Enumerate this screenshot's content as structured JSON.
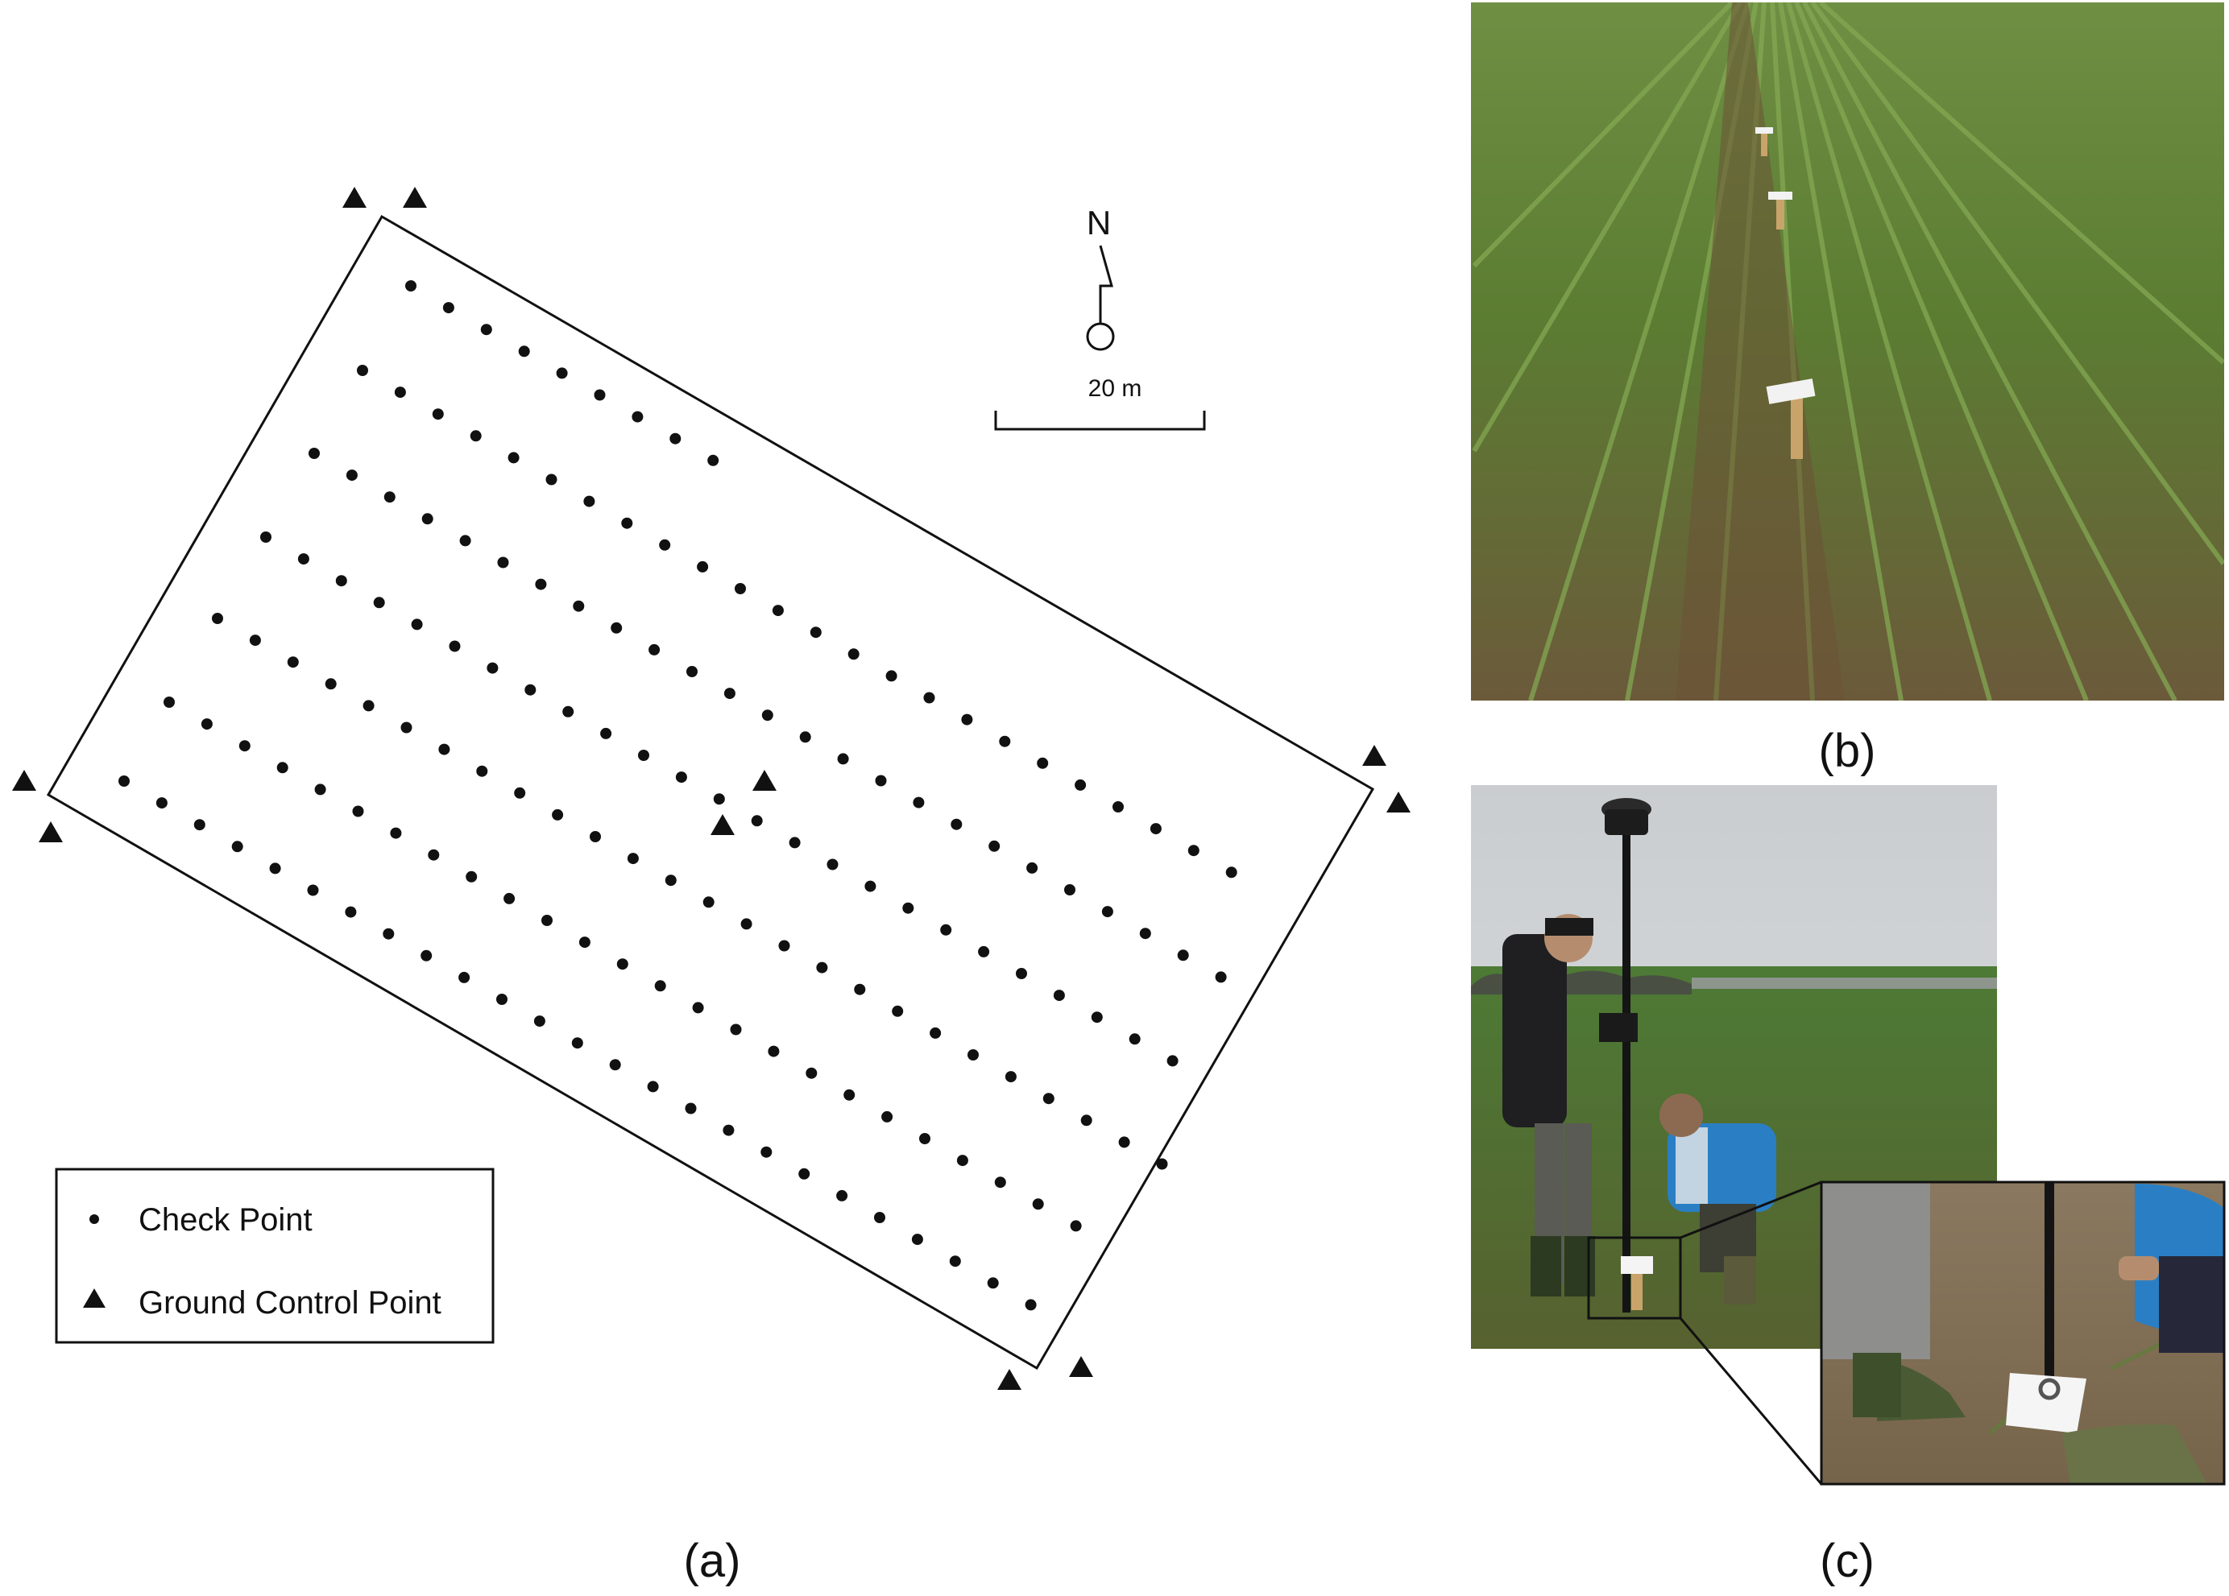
{
  "panels": {
    "a": {
      "label": "(a)"
    },
    "b": {
      "label": "(b)"
    },
    "c": {
      "label": "(c)"
    }
  },
  "north_arrow": {
    "label": "N"
  },
  "scale_bar": {
    "label": "20 m"
  },
  "legend": {
    "items": [
      {
        "symbol": "dot",
        "label": "Check Point"
      },
      {
        "symbol": "triangle",
        "label": "Ground Control Point"
      }
    ]
  },
  "survey": {
    "check_point_rows": [
      9,
      24,
      25,
      25,
      26,
      25,
      25
    ],
    "rows_note": "Seven parallel rows of check points run diagonally across the field."
  },
  "colors": {
    "ink": "#111111",
    "sky": "#d2d6d8",
    "grass": "#4f7a2e",
    "soil": "#6b5237",
    "jacket_blue": "#2a7fc4"
  }
}
